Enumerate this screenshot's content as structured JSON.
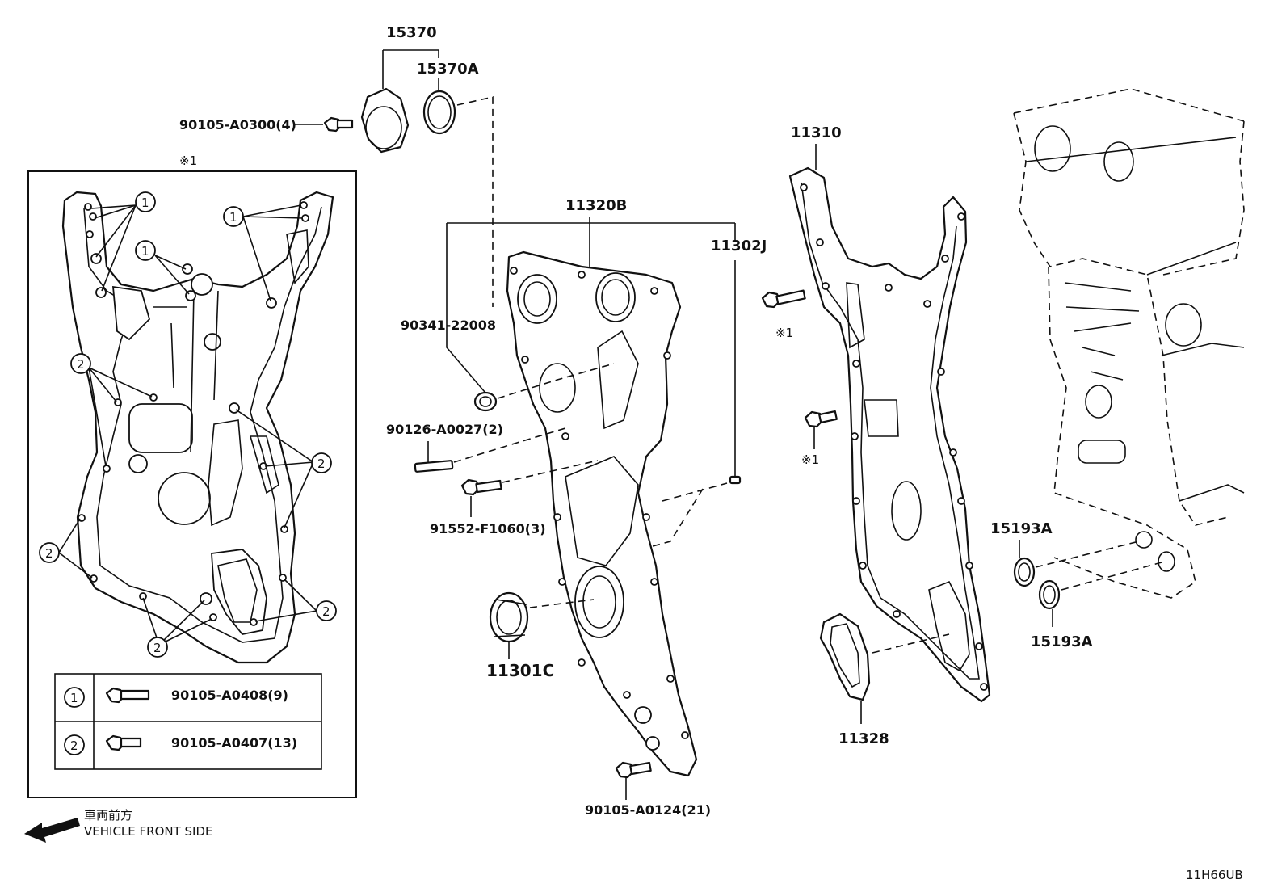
{
  "callouts": {
    "c15370": "15370",
    "c15370a": "15370A",
    "c90105_a0300": "90105-A0300(4)",
    "c11320b": "11320B",
    "c11302j": "11302J",
    "c90341": "90341-22008",
    "c90126": "90126-A0027(2)",
    "c91552": "91552-F1060(3)",
    "c11301c": "11301C",
    "c90105_a0124": "90105-A0124(21)",
    "c11310": "11310",
    "c11328": "11328",
    "c15193a_1": "15193A",
    "c15193a_2": "15193A",
    "mark1_a": "※1",
    "mark1_b": "※1",
    "inset_mark": "※1"
  },
  "inset": {
    "bubble_1": "1",
    "bubble_2": "2",
    "legend": [
      {
        "symbol": "1",
        "part": "90105-A0408(9)"
      },
      {
        "symbol": "2",
        "part": "90105-A0407(13)"
      }
    ]
  },
  "direction": {
    "jp": "車両前方",
    "en": "VEHICLE FRONT SIDE"
  },
  "figure_id": "11H66UB"
}
